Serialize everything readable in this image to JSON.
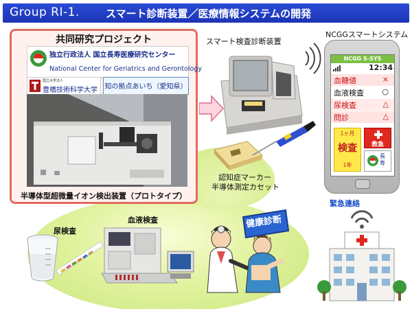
{
  "header": {
    "group": "Group RI-1.",
    "title": "スマート診断装置／医療情報システムの開発"
  },
  "project": {
    "title": "共同研究プロジェクト",
    "org1_jp": "独立行政法人 国立長寿医療研究センター",
    "org1_en": "National Center for Geriatrics and Gerontology",
    "org2_small": "国立大学法人",
    "org2_name": "豊橋技術科学大学",
    "org3": "知の拠点あいち（愛知県）",
    "caption": "半導体型超微量イオン検出装置（プロトタイプ）"
  },
  "device": {
    "label": "スマート検査診断装置",
    "cassette_line1": "認知症マーカー",
    "cassette_line2": "半導体測定カセット"
  },
  "system": {
    "label": "NCGGスマートシステム",
    "app_name": "NCGG S-SYS",
    "time": "12:34",
    "rows": [
      {
        "label": "血糖値",
        "mark": "×",
        "bg": "#ffe3e3",
        "color": "#d01010"
      },
      {
        "label": "血液検査",
        "mark": "○",
        "bg": "#ffffff",
        "color": "#111111"
      },
      {
        "label": "尿検査",
        "mark": "△",
        "bg": "#ffe9e9",
        "color": "#d01010"
      },
      {
        "label": "問診",
        "mark": "△",
        "bg": "#ffe3e3",
        "color": "#d01010"
      }
    ],
    "exam_top": "1ヶ月",
    "exam_main": "検査",
    "exam_bottom": "1年",
    "emergency_btn": "救急",
    "logo": "長寿",
    "emergency_contact": "緊急連絡"
  },
  "bottom": {
    "urine": "尿検査",
    "blood": "血液検査",
    "health_check": "健康診断"
  },
  "colors": {
    "header": "#1f3cc4",
    "panel_border": "#e26b5c",
    "blob": "#d6ec8e",
    "phone_bar": "#7cc043",
    "emergency": "#e0281e"
  }
}
